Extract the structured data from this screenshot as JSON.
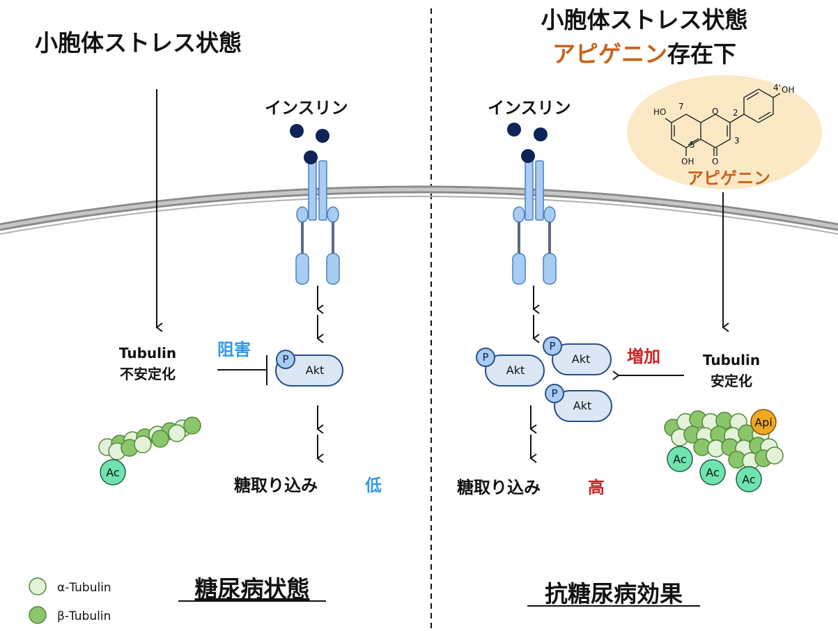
{
  "left": {
    "title": "小胞体ストレス状態",
    "insulin": "インスリン",
    "tubulin": "Tubulin",
    "tubulin_state": "不安定化",
    "inhibit": "阻害",
    "glucose": "糖取り込み",
    "glucose_level": "低",
    "footer": "糖尿病状態",
    "ac": "Ac"
  },
  "right": {
    "title": "小胞体ストレス状態",
    "title2_drug": "アピゲニン",
    "title2_suffix": "存在下",
    "insulin": "インスリン",
    "tubulin": "Tubulin",
    "tubulin_state": "安定化",
    "increase": "増加",
    "glucose": "糖取り込み",
    "glucose_level": "高",
    "footer": "抗糖尿病効果",
    "api": "Api",
    "ac": "Ac"
  },
  "apigenin": {
    "name": "アピゲニン",
    "ho7": "HO",
    "oh4": "OH",
    "oh5": "OH",
    "o1": "O",
    "o_keto": "O",
    "n7": "7",
    "n5": "5",
    "n2": "2",
    "n3": "3",
    "n4p": "4'"
  },
  "akt": {
    "p": "P",
    "label": "Akt"
  },
  "legend": {
    "alpha": "α-Tubulin",
    "beta": "β-Tubulin"
  },
  "colors": {
    "drug_orange": "#c8631c",
    "low_blue": "#3399e6",
    "high_red": "#cc2222",
    "insulin_dot": "#0c2458",
    "receptor_blue": "#a8ccf2",
    "akt_fill": "#dce7f5",
    "alpha_tubulin": "#e4f2da",
    "beta_tubulin": "#8cc66c",
    "ac_green": "#6fe3b0",
    "api_orange": "#f0a820",
    "halo": "#fbe9c6"
  }
}
